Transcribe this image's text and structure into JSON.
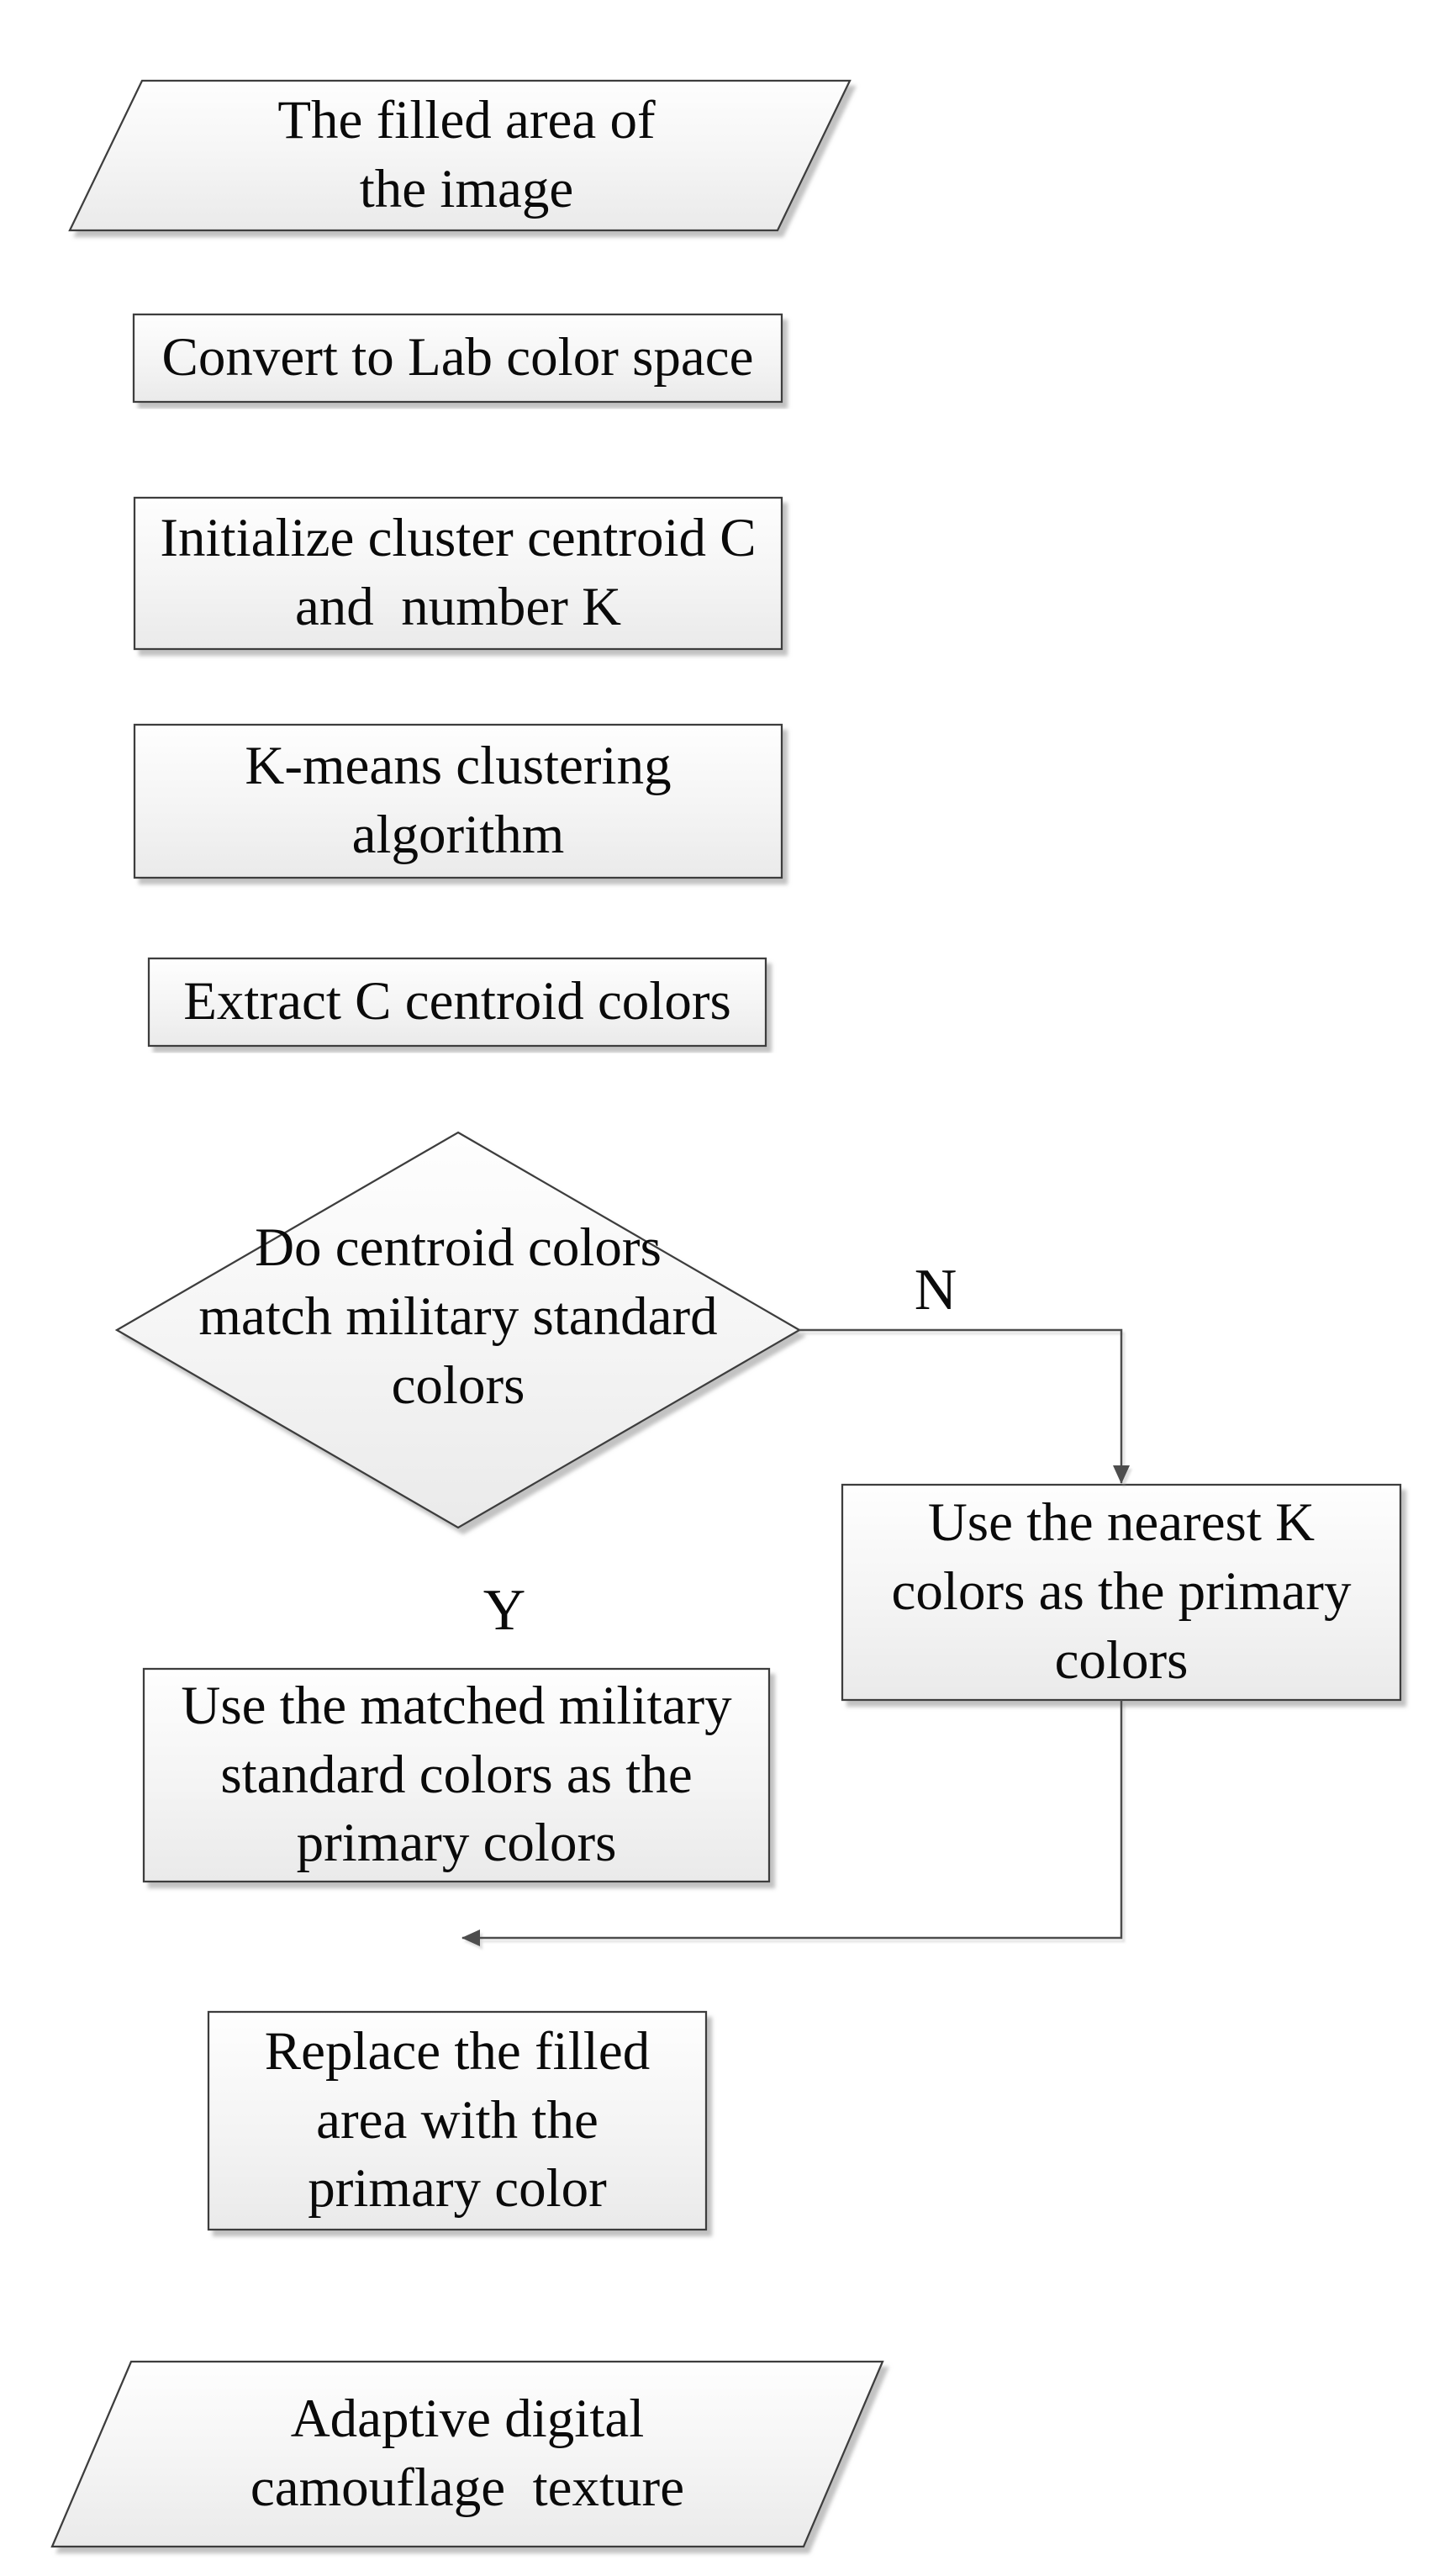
{
  "flowchart": {
    "nodes": {
      "input": "The filled area of\nthe image",
      "convert": "Convert to Lab color space",
      "initialize": "Initialize cluster centroid C\nand  number K",
      "kmeans": "K-means clustering\nalgorithm",
      "extract": "Extract C centroid colors",
      "decision": "Do centroid colors\nmatch military standard\ncolors",
      "nearest": "Use the nearest K\ncolors as the primary\ncolors",
      "matched": "Use the matched military\nstandard colors as the\nprimary colors",
      "replace": "Replace the filled\narea with the\nprimary color",
      "output": "Adaptive digital\ncamouflage  texture"
    },
    "branch_labels": {
      "no": "N",
      "yes": "Y"
    },
    "colors": {
      "background": "#ffffff",
      "node_fill_top": "#fefefe",
      "node_fill_bottom": "#eaeaea",
      "node_border": "#3d3d3d",
      "connector": "#4d4d4d",
      "shadow": "#909090",
      "text": "#0a0a0a"
    }
  }
}
